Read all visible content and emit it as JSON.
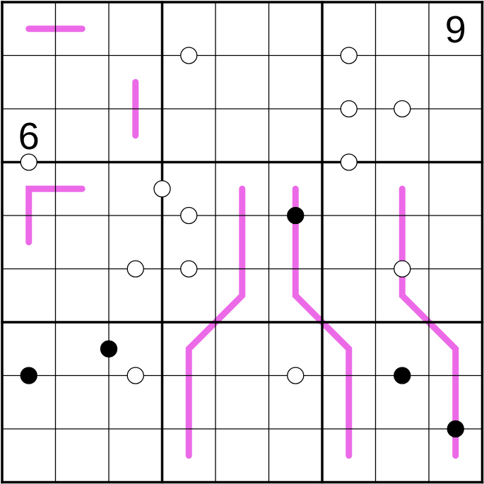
{
  "puzzle": {
    "size": 9,
    "colors": {
      "background": "#ffffff",
      "grid_line": "#000000",
      "line_clue": "#ec6ae8",
      "white_dot": "#ffffff",
      "black_dot": "#000000"
    },
    "givens": [
      {
        "row": 1,
        "col": 9,
        "value": "9"
      },
      {
        "row": 3,
        "col": 1,
        "value": "6"
      }
    ],
    "line_clues": [
      {
        "cells": [
          [
            1,
            1
          ],
          [
            1,
            2
          ]
        ]
      },
      {
        "cells": [
          [
            2,
            3
          ],
          [
            3,
            3
          ]
        ]
      },
      {
        "cells": [
          [
            4,
            2
          ],
          [
            4,
            1
          ],
          [
            5,
            1
          ]
        ]
      },
      {
        "cells": [
          [
            4,
            5
          ],
          [
            5,
            5
          ],
          [
            6,
            5
          ],
          [
            7,
            4
          ],
          [
            8,
            4
          ],
          [
            9,
            4
          ]
        ]
      },
      {
        "cells": [
          [
            4,
            6
          ],
          [
            5,
            6
          ],
          [
            6,
            6
          ],
          [
            7,
            7
          ],
          [
            8,
            7
          ],
          [
            9,
            7
          ]
        ]
      },
      {
        "cells": [
          [
            4,
            8
          ],
          [
            5,
            8
          ],
          [
            6,
            8
          ],
          [
            7,
            9
          ],
          [
            8,
            9
          ],
          [
            9,
            9
          ]
        ]
      }
    ],
    "white_dots": [
      {
        "between": [
          [
            1,
            4
          ],
          [
            2,
            4
          ]
        ]
      },
      {
        "between": [
          [
            1,
            7
          ],
          [
            2,
            7
          ]
        ]
      },
      {
        "between": [
          [
            2,
            7
          ],
          [
            3,
            7
          ]
        ]
      },
      {
        "between": [
          [
            2,
            8
          ],
          [
            3,
            8
          ]
        ]
      },
      {
        "between": [
          [
            3,
            7
          ],
          [
            4,
            7
          ]
        ]
      },
      {
        "between": [
          [
            3,
            1
          ],
          [
            4,
            1
          ]
        ]
      },
      {
        "between": [
          [
            4,
            3
          ],
          [
            4,
            4
          ]
        ]
      },
      {
        "between": [
          [
            4,
            4
          ],
          [
            5,
            4
          ]
        ]
      },
      {
        "between": [
          [
            5,
            3
          ],
          [
            6,
            3
          ]
        ]
      },
      {
        "between": [
          [
            5,
            4
          ],
          [
            6,
            4
          ]
        ]
      },
      {
        "between": [
          [
            5,
            8
          ],
          [
            6,
            8
          ]
        ]
      },
      {
        "between": [
          [
            7,
            3
          ],
          [
            8,
            3
          ]
        ]
      },
      {
        "between": [
          [
            7,
            6
          ],
          [
            8,
            6
          ]
        ]
      }
    ],
    "black_dots": [
      {
        "between": [
          [
            4,
            6
          ],
          [
            5,
            6
          ]
        ]
      },
      {
        "between": [
          [
            7,
            1
          ],
          [
            8,
            1
          ]
        ]
      },
      {
        "between": [
          [
            7,
            2
          ],
          [
            7,
            3
          ]
        ]
      },
      {
        "between": [
          [
            7,
            8
          ],
          [
            8,
            8
          ]
        ]
      },
      {
        "between": [
          [
            8,
            9
          ],
          [
            9,
            9
          ]
        ]
      }
    ]
  }
}
